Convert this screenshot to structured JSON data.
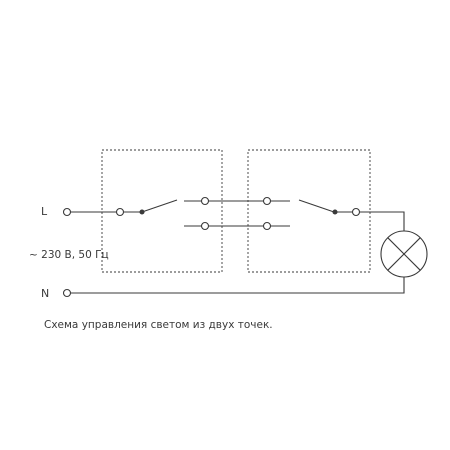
{
  "labels": {
    "phase": "L",
    "neutral": "N",
    "supply": "~ 230 В, 50 Гц"
  },
  "caption": "Схема управления светом из двух точек.",
  "colors": {
    "line": "#3a3a3a",
    "text": "#3a3a3a",
    "background": "#ffffff"
  },
  "icons": {
    "switch_left": "two-way-switch-icon",
    "switch_right": "two-way-switch-icon",
    "lamp": "lamp-icon",
    "terminal": "terminal-icon"
  }
}
